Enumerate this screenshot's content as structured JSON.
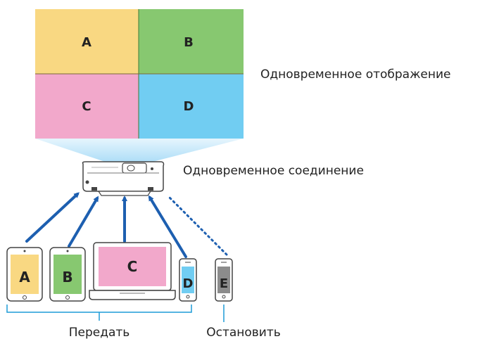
{
  "screen": {
    "labels": [
      "A",
      "B",
      "C",
      "D"
    ],
    "colors": [
      "#f9d882",
      "#87c870",
      "#f2a8cb",
      "#71cdf2"
    ]
  },
  "captions": {
    "simultaneous_display": "Одновременное отображение",
    "simultaneous_connection": "Одновременное соединение",
    "transmit": "Передать",
    "stop": "Остановить"
  },
  "devices": [
    {
      "type": "tablet",
      "label": "A",
      "color": "#f9d882",
      "state": "transmitting"
    },
    {
      "type": "tablet",
      "label": "B",
      "color": "#87c870",
      "state": "transmitting"
    },
    {
      "type": "laptop",
      "label": "C",
      "color": "#f2a8cb",
      "state": "transmitting"
    },
    {
      "type": "phone",
      "label": "D",
      "color": "#71cdf2",
      "state": "transmitting"
    },
    {
      "type": "phone",
      "label": "E",
      "color": "#8c8c8c",
      "state": "stopped"
    }
  ],
  "colors": {
    "arrow": "#1d5fb0",
    "outline": "#444444",
    "beam": "#a9dcf7"
  }
}
